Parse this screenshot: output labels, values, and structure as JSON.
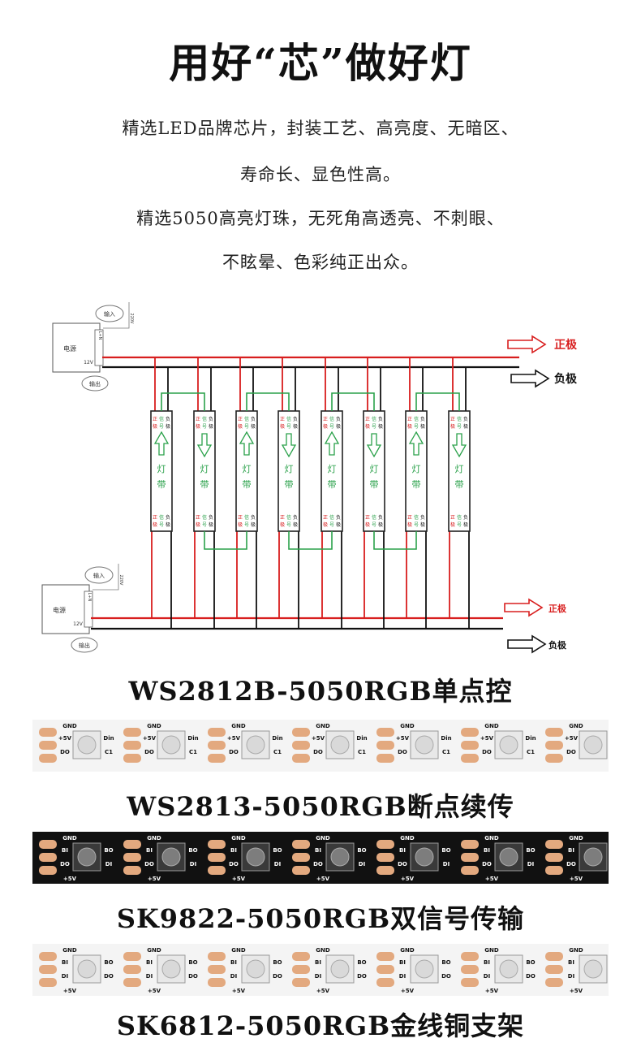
{
  "title": "用好“芯”做好灯",
  "description": [
    "精选LED品牌芯片，封装工艺、高亮度、无暗区、",
    "寿命长、显色性高。",
    "精选5050高亮灯珠，无死角高透亮、不刺眼、",
    "不眩晕、色彩纯正出众。"
  ],
  "diagram": {
    "power_label": "电源",
    "input_label": "输入",
    "output_label": "输出",
    "ac_label": "220V",
    "dc_label": "12V",
    "pole_label": "L+N",
    "positive_label": "正极",
    "negative_label": "负极",
    "strip_text": "灯",
    "strip_text2": "带",
    "pin_positive": "正",
    "pin_signal": "信",
    "pin_negative": "负",
    "pin_pole": "极",
    "pin_id": "号"
  },
  "strips": [
    {
      "name": "WS2812B-5050RGB单点控",
      "theme": "white",
      "labels": [
        "GND",
        "+5V",
        "Din",
        "DO",
        "C1"
      ]
    },
    {
      "name": "WS2813-5050RGB断点续传",
      "theme": "black",
      "labels": [
        "GND",
        "BI",
        "BO",
        "DO",
        "DI",
        "+5V"
      ]
    },
    {
      "name": "SK9822-5050RGB双信号传输",
      "theme": "white",
      "labels": [
        "GND",
        "BI",
        "BO",
        "DI",
        "DO",
        "+5V"
      ]
    },
    {
      "name": "SK6812-5050RGB金线铜支架",
      "theme": "none",
      "labels": []
    }
  ],
  "colors": {
    "red": "#d81e1e",
    "black": "#111111",
    "green": "#2aa14a",
    "pad": "#e3a97f"
  }
}
